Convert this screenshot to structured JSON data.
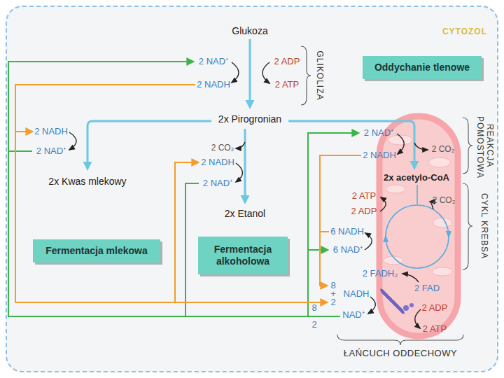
{
  "diagram": {
    "nodes": [
      {
        "text": [
          "CYTOZOL"
        ]
      },
      {
        "text": [
          "Oddychanie tlenowe"
        ],
        "in": 0
      },
      {
        "text": [
          "Fermentacja mlekowa"
        ],
        "in": 0
      },
      {
        "text": [
          "Fermentacja alkoholowa"
        ],
        "in": 0
      }
    ],
    "labels": [
      "Glukoza",
      "2 NAD⁺",
      "2 ADP",
      "2 NADH",
      "2 ATP",
      "GLIKOLIZA",
      "2x Pirogronian",
      "2 NADH",
      "2 NAD⁺",
      "2x Kwas mlekowy",
      "2 CO₂",
      "2 NADH",
      "2 NAD⁺",
      "2x Etanol",
      "REAKCJA POMOSTOWA",
      "2 NAD⁺",
      "2 NADH",
      "2 CO₂",
      "2x acetylo-CoA",
      "2 ATP",
      "2 ADP",
      "2 CO₂",
      "CYKL KREBSA",
      "6 NADH",
      "6 NAD⁺",
      "2 FADH₂",
      "2 FAD",
      "8",
      "+",
      "2",
      "NADH",
      "8",
      "2",
      "NAD⁺",
      "2 ADP",
      "2 ATP",
      "ŁAŃCUCH ODDECHOWY"
    ]
  }
}
